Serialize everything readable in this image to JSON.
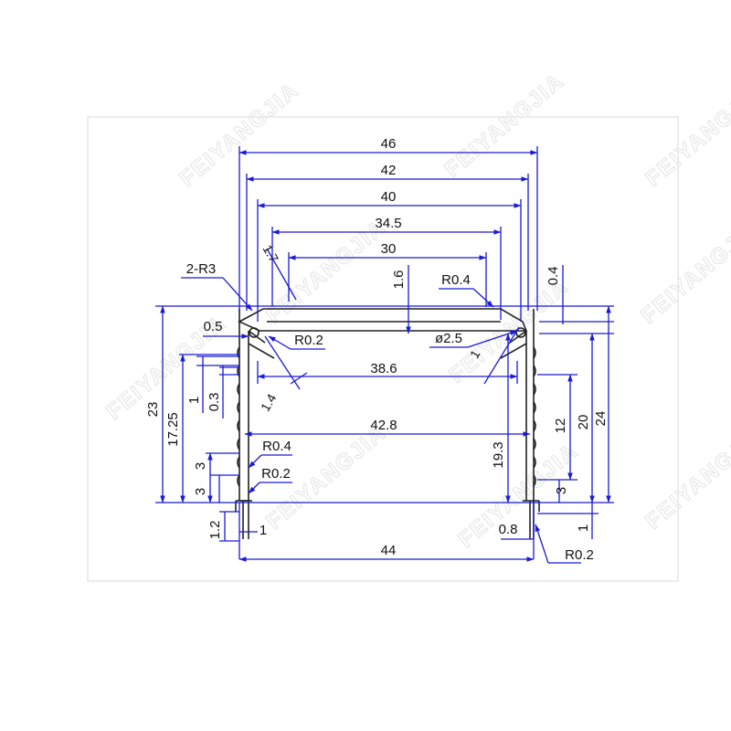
{
  "drawing": {
    "watermark": "FEIYANGJIA",
    "dimensions": {
      "w46": "46",
      "w42": "42",
      "w40": "40",
      "w34_5": "34.5",
      "w30": "30",
      "w38_6": "38.6",
      "w42_8": "42.8",
      "w44": "44",
      "h23": "23",
      "h17_25": "17.25",
      "h24": "24",
      "h20": "20",
      "h12": "12",
      "h19_3": "19.3",
      "h1_6": "1.6",
      "h0_4": "0.4",
      "h1_left": "1",
      "h0_3": "0.3",
      "h3_left_a": "3",
      "h3_left_b": "3",
      "h3_right": "3",
      "h1_2": "1.2",
      "h1_right": "1",
      "w1_bottom": "1",
      "w0_8": "0.8",
      "w0_5": "0.5",
      "c1_7": "1.7",
      "c1_4": "1.4",
      "c1_right": "1",
      "r2_r3": "2-R3",
      "r0_2_top": "R0.2",
      "r0_4_top": "R0.4",
      "phi2_5": "ø2.5",
      "r0_4_left": "R0.4",
      "r0_2_left": "R0.2",
      "r0_2_bottom": "R0.2"
    }
  }
}
